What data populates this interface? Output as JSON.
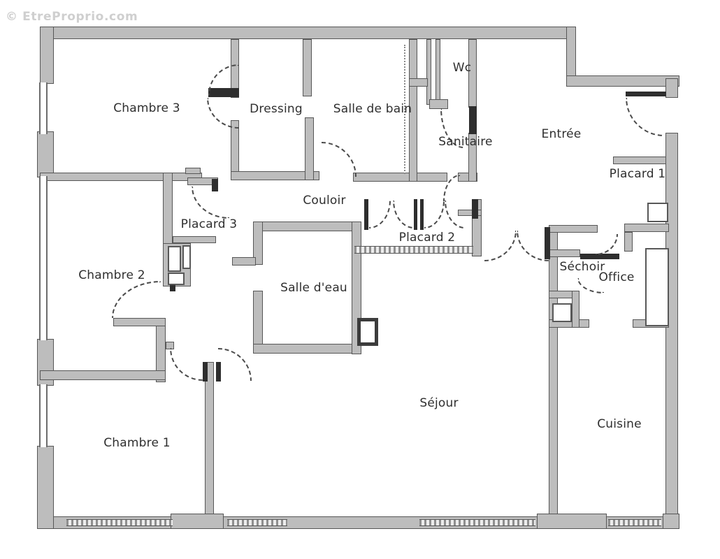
{
  "watermark": "© EtreProprio.com",
  "rooms": [
    {
      "label": "Chambre 3"
    },
    {
      "label": "Dressing"
    },
    {
      "label": "Salle de bain"
    },
    {
      "label": "Wc"
    },
    {
      "label": "Sanitaire"
    },
    {
      "label": "Entrée"
    },
    {
      "label": "Placard 1"
    },
    {
      "label": "Couloir"
    },
    {
      "label": "Placard 3"
    },
    {
      "label": "Placard 2"
    },
    {
      "label": "Chambre 2"
    },
    {
      "label": "Salle d'eau"
    },
    {
      "label": "Séchoir"
    },
    {
      "label": "Office"
    },
    {
      "label": "Séjour"
    },
    {
      "label": "Cuisine"
    },
    {
      "label": "Chambre 1"
    }
  ],
  "colors": {
    "wall_fill": "#bdbdbd",
    "wall_edge": "#575757",
    "door_arc": "#4a4a4a",
    "label_text": "#2f2f2f",
    "watermark": "#cfcfcf",
    "background": "#ffffff"
  }
}
